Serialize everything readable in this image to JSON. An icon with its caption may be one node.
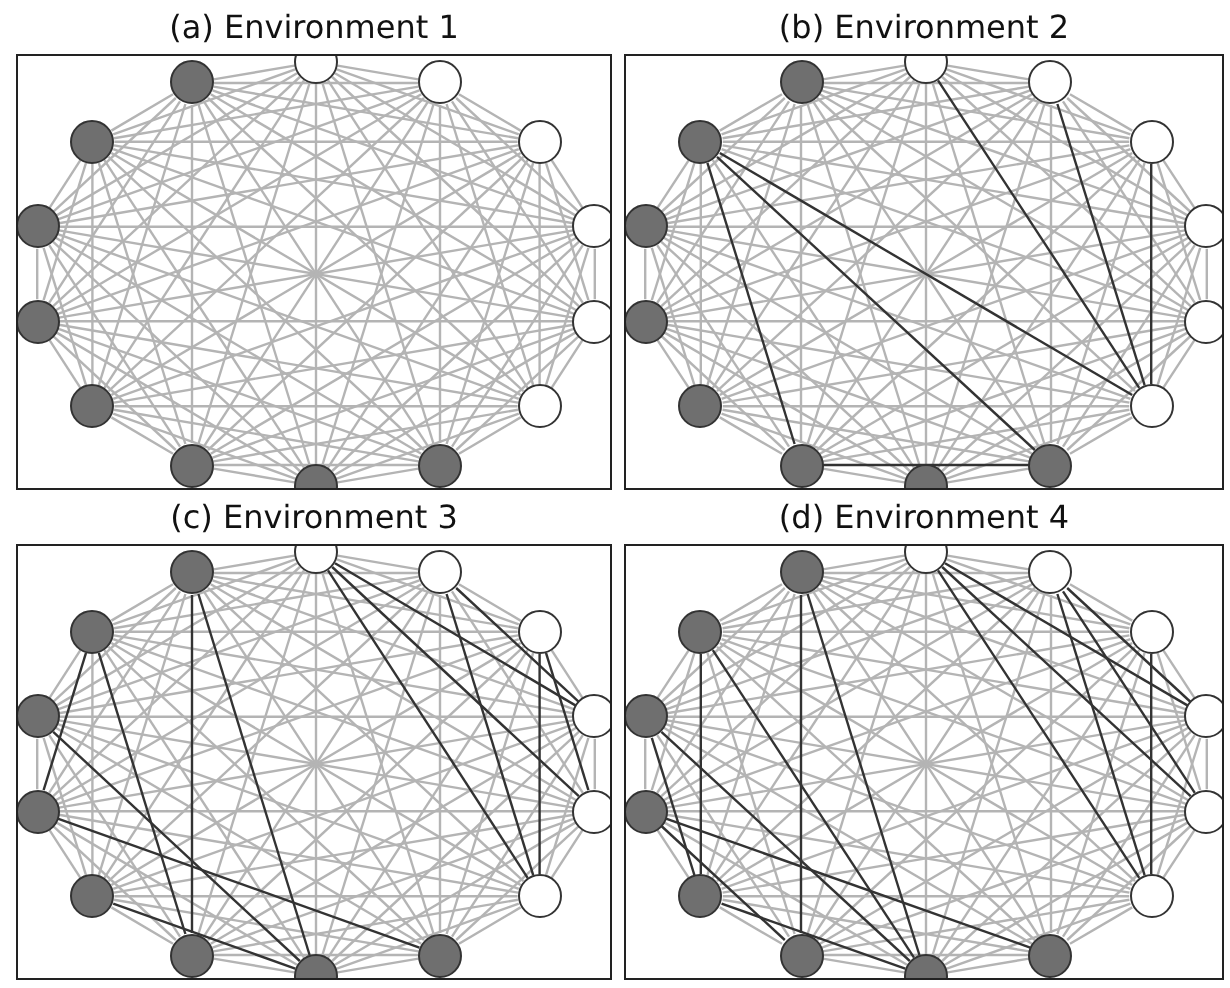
{
  "diagram": {
    "nodes": [
      {
        "text": [
          "(a) Environment 1"
        ]
      },
      {
        "text": [],
        "shape": "circle",
        "in": 0
      },
      {
        "text": [],
        "shape": "circle",
        "in": 0
      },
      {
        "text": [],
        "shape": "circle",
        "in": 0
      },
      {
        "text": [],
        "shape": "circle",
        "in": 0
      },
      {
        "text": [],
        "shape": "circle",
        "in": 0
      },
      {
        "text": [],
        "shape": "circle",
        "in": 0
      },
      {
        "text": [],
        "shape": "circle",
        "in": 0
      },
      {
        "text": [],
        "shape": "circle",
        "in": 0
      },
      {
        "text": [],
        "shape": "circle",
        "in": 0
      },
      {
        "text": [],
        "shape": "circle",
        "in": 0
      },
      {
        "text": [],
        "shape": "circle",
        "in": 0
      },
      {
        "text": [],
        "shape": "circle",
        "in": 0
      },
      {
        "text": [],
        "shape": "circle",
        "in": 0
      },
      {
        "text": [],
        "shape": "circle",
        "in": 0
      },
      {
        "text": [
          "(b) Environment 2"
        ]
      },
      {
        "text": [],
        "shape": "circle",
        "in": 15
      },
      {
        "text": [],
        "shape": "circle",
        "in": 15
      },
      {
        "text": [],
        "shape": "circle",
        "in": 15
      },
      {
        "text": [],
        "shape": "circle",
        "in": 15
      },
      {
        "text": [],
        "shape": "circle",
        "in": 15
      },
      {
        "text": [],
        "shape": "circle",
        "in": 15
      },
      {
        "text": [],
        "shape": "circle",
        "in": 15
      },
      {
        "text": [],
        "shape": "circle",
        "in": 15
      },
      {
        "text": [],
        "shape": "circle",
        "in": 15
      },
      {
        "text": [],
        "shape": "circle",
        "in": 15
      },
      {
        "text": [],
        "shape": "circle",
        "in": 15
      },
      {
        "text": [],
        "shape": "circle",
        "in": 15
      },
      {
        "text": [],
        "shape": "circle",
        "in": 15
      },
      {
        "text": [],
        "shape": "circle",
        "in": 15
      },
      {
        "text": [
          "(c) Environment 3"
        ]
      },
      {
        "text": [],
        "shape": "circle",
        "in": 30
      },
      {
        "text": [],
        "shape": "circle",
        "in": 30
      },
      {
        "text": [],
        "shape": "circle",
        "in": 30
      },
      {
        "text": [],
        "shape": "circle",
        "in": 30
      },
      {
        "text": [],
        "shape": "circle",
        "in": 30
      },
      {
        "text": [],
        "shape": "circle",
        "in": 30
      },
      {
        "text": [],
        "shape": "circle",
        "in": 30
      },
      {
        "text": [],
        "shape": "circle",
        "in": 30
      },
      {
        "text": [],
        "shape": "circle",
        "in": 30
      },
      {
        "text": [],
        "shape": "circle",
        "in": 30
      },
      {
        "text": [],
        "shape": "circle",
        "in": 30
      },
      {
        "text": [],
        "shape": "circle",
        "in": 30
      },
      {
        "text": [],
        "shape": "circle",
        "in": 30
      },
      {
        "text": [],
        "shape": "circle",
        "in": 30
      },
      {
        "text": [
          "(d) Environment 4"
        ]
      },
      {
        "text": [],
        "shape": "circle",
        "in": 45
      },
      {
        "text": [],
        "shape": "circle",
        "in": 45
      },
      {
        "text": [],
        "shape": "circle",
        "in": 45
      },
      {
        "text": [],
        "shape": "circle",
        "in": 45
      },
      {
        "text": [],
        "shape": "circle",
        "in": 45
      },
      {
        "text": [],
        "shape": "circle",
        "in": 45
      },
      {
        "text": [],
        "shape": "circle",
        "in": 45
      },
      {
        "text": [],
        "shape": "circle",
        "in": 45
      },
      {
        "text": [],
        "shape": "circle",
        "in": 45
      },
      {
        "text": [],
        "shape": "circle",
        "in": 45
      },
      {
        "text": [],
        "shape": "circle",
        "in": 45
      },
      {
        "text": [],
        "shape": "circle",
        "in": 45
      },
      {
        "text": [],
        "shape": "circle",
        "in": 45
      },
      {
        "text": [],
        "shape": "circle",
        "in": 45
      }
    ],
    "edges": [
      {
        "from": 1,
        "to": 2,
        "arrow": "none"
      },
      {
        "from": 1,
        "to": 3,
        "arrow": "none"
      },
      {
        "from": 1,
        "to": 4,
        "arrow": "none"
      },
      {
        "from": 1,
        "to": 5,
        "arrow": "none"
      },
      {
        "from": 1,
        "to": 6,
        "arrow": "none"
      },
      {
        "from": 1,
        "to": 7,
        "arrow": "none"
      },
      {
        "from": 1,
        "to": 8,
        "arrow": "none"
      },
      {
        "from": 1,
        "to": 9,
        "arrow": "none"
      },
      {
        "from": 1,
        "to": 10,
        "arrow": "none"
      },
      {
        "from": 1,
        "to": 11,
        "arrow": "none"
      },
      {
        "from": 1,
        "to": 12,
        "arrow": "none"
      },
      {
        "from": 1,
        "to": 13,
        "arrow": "none"
      },
      {
        "from": 1,
        "to": 14,
        "arrow": "none"
      },
      {
        "from": 2,
        "to": 3,
        "arrow": "none"
      },
      {
        "from": 2,
        "to": 4,
        "arrow": "none"
      },
      {
        "from": 2,
        "to": 5,
        "arrow": "none"
      },
      {
        "from": 2,
        "to": 6,
        "arrow": "none"
      },
      {
        "from": 2,
        "to": 7,
        "arrow": "none"
      },
      {
        "from": 2,
        "to": 8,
        "arrow": "none"
      },
      {
        "from": 2,
        "to": 9,
        "arrow": "none"
      },
      {
        "from": 2,
        "to": 10,
        "arrow": "none"
      },
      {
        "from": 2,
        "to": 11,
        "arrow": "none"
      },
      {
        "from": 2,
        "to": 12,
        "arrow": "none"
      },
      {
        "from": 2,
        "to": 13,
        "arrow": "none"
      },
      {
        "from": 2,
        "to": 14,
        "arrow": "none"
      },
      {
        "from": 3,
        "to": 4,
        "arrow": "none"
      },
      {
        "from": 3,
        "to": 5,
        "arrow": "none"
      },
      {
        "from": 3,
        "to": 6,
        "arrow": "none"
      },
      {
        "from": 3,
        "to": 7,
        "arrow": "none"
      },
      {
        "from": 3,
        "to": 8,
        "arrow": "none"
      },
      {
        "from": 3,
        "to": 9,
        "arrow": "none"
      },
      {
        "from": 3,
        "to": 10,
        "arrow": "none"
      },
      {
        "from": 3,
        "to": 11,
        "arrow": "none"
      },
      {
        "from": 3,
        "to": 12,
        "arrow": "none"
      },
      {
        "from": 3,
        "to": 13,
        "arrow": "none"
      },
      {
        "from": 3,
        "to": 14,
        "arrow": "none"
      },
      {
        "from": 4,
        "to": 5,
        "arrow": "none"
      },
      {
        "from": 4,
        "to": 6,
        "arrow": "none"
      },
      {
        "from": 4,
        "to": 7,
        "arrow": "none"
      },
      {
        "from": 4,
        "to": 8,
        "arrow": "none"
      },
      {
        "from": 4,
        "to": 9,
        "arrow": "none"
      },
      {
        "from": 4,
        "to": 10,
        "arrow": "none"
      },
      {
        "from": 4,
        "to": 11,
        "arrow": "none"
      },
      {
        "from": 4,
        "to": 12,
        "arrow": "none"
      },
      {
        "from": 4,
        "to": 13,
        "arrow": "none"
      },
      {
        "from": 4,
        "to": 14,
        "arrow": "none"
      },
      {
        "from": 5,
        "to": 6,
        "arrow": "none"
      },
      {
        "from": 5,
        "to": 7,
        "arrow": "none"
      },
      {
        "from": 5,
        "to": 8,
        "arrow": "none"
      },
      {
        "from": 5,
        "to": 9,
        "arrow": "none"
      },
      {
        "from": 5,
        "to": 10,
        "arrow": "none"
      },
      {
        "from": 5,
        "to": 11,
        "arrow": "none"
      },
      {
        "from": 5,
        "to": 12,
        "arrow": "none"
      },
      {
        "from": 5,
        "to": 13,
        "arrow": "none"
      },
      {
        "from": 5,
        "to": 14,
        "arrow": "none"
      },
      {
        "from": 6,
        "to": 7,
        "arrow": "none"
      },
      {
        "from": 6,
        "to": 8,
        "arrow": "none"
      },
      {
        "from": 6,
        "to": 9,
        "arrow": "none"
      },
      {
        "from": 6,
        "to": 10,
        "arrow": "none"
      },
      {
        "from": 6,
        "to": 11,
        "arrow": "none"
      },
      {
        "from": 6,
        "to": 12,
        "arrow": "none"
      },
      {
        "from": 6,
        "to": 13,
        "arrow": "none"
      },
      {
        "from": 6,
        "to": 14,
        "arrow": "none"
      },
      {
        "from": 7,
        "to": 8,
        "arrow": "none"
      },
      {
        "from": 7,
        "to": 9,
        "arrow": "none"
      },
      {
        "from": 7,
        "to": 10,
        "arrow": "none"
      },
      {
        "from": 7,
        "to": 11,
        "arrow": "none"
      },
      {
        "from": 7,
        "to": 12,
        "arrow": "none"
      },
      {
        "from": 7,
        "to": 13,
        "arrow": "none"
      },
      {
        "from": 7,
        "to": 14,
        "arrow": "none"
      },
      {
        "from": 8,
        "to": 9,
        "arrow": "none"
      },
      {
        "from": 8,
        "to": 10,
        "arrow": "none"
      },
      {
        "from": 8,
        "to": 11,
        "arrow": "none"
      },
      {
        "from": 8,
        "to": 12,
        "arrow": "none"
      },
      {
        "from": 8,
        "to": 13,
        "arrow": "none"
      },
      {
        "from": 8,
        "to": 14,
        "arrow": "none"
      },
      {
        "from": 9,
        "to": 10,
        "arrow": "none"
      },
      {
        "from": 9,
        "to": 11,
        "arrow": "none"
      },
      {
        "from": 9,
        "to": 12,
        "arrow": "none"
      },
      {
        "from": 9,
        "to": 13,
        "arrow": "none"
      },
      {
        "from": 9,
        "to": 14,
        "arrow": "none"
      },
      {
        "from": 10,
        "to": 11,
        "arrow": "none"
      },
      {
        "from": 10,
        "to": 12,
        "arrow": "none"
      },
      {
        "from": 10,
        "to": 13,
        "arrow": "none"
      },
      {
        "from": 10,
        "to": 14,
        "arrow": "none"
      },
      {
        "from": 11,
        "to": 12,
        "arrow": "none"
      },
      {
        "from": 11,
        "to": 13,
        "arrow": "none"
      },
      {
        "from": 11,
        "to": 14,
        "arrow": "none"
      },
      {
        "from": 12,
        "to": 13,
        "arrow": "none"
      },
      {
        "from": 12,
        "to": 14,
        "arrow": "none"
      },
      {
        "from": 13,
        "to": 14,
        "arrow": "none"
      },
      {
        "from": 16,
        "to": 17,
        "arrow": "none"
      },
      {
        "from": 16,
        "to": 18,
        "arrow": "none"
      },
      {
        "from": 16,
        "to": 19,
        "arrow": "none"
      },
      {
        "from": 16,
        "to": 20,
        "arrow": "none"
      },
      {
        "from": 16,
        "to": 21,
        "arrow": "none",
        "color": "#333333"
      },
      {
        "from": 16,
        "to": 22,
        "arrow": "none"
      },
      {
        "from": 16,
        "to": 23,
        "arrow": "none"
      },
      {
        "from": 16,
        "to": 24,
        "arrow": "none"
      },
      {
        "from": 16,
        "to": 25,
        "arrow": "none"
      },
      {
        "from": 16,
        "to": 26,
        "arrow": "none"
      },
      {
        "from": 16,
        "to": 27,
        "arrow": "none"
      },
      {
        "from": 16,
        "to": 28,
        "arrow": "none"
      },
      {
        "from": 16,
        "to": 29,
        "arrow": "none"
      },
      {
        "from": 17,
        "to": 18,
        "arrow": "none"
      },
      {
        "from": 17,
        "to": 19,
        "arrow": "none"
      },
      {
        "from": 17,
        "to": 20,
        "arrow": "none"
      },
      {
        "from": 17,
        "to": 21,
        "arrow": "none",
        "color": "#333333"
      },
      {
        "from": 17,
        "to": 22,
        "arrow": "none"
      },
      {
        "from": 17,
        "to": 23,
        "arrow": "none"
      },
      {
        "from": 17,
        "to": 24,
        "arrow": "none"
      },
      {
        "from": 17,
        "to": 25,
        "arrow": "none"
      },
      {
        "from": 17,
        "to": 26,
        "arrow": "none"
      },
      {
        "from": 17,
        "to": 27,
        "arrow": "none"
      },
      {
        "from": 17,
        "to": 28,
        "arrow": "none"
      },
      {
        "from": 17,
        "to": 29,
        "arrow": "none"
      },
      {
        "from": 18,
        "to": 19,
        "arrow": "none"
      },
      {
        "from": 18,
        "to": 20,
        "arrow": "none"
      },
      {
        "from": 18,
        "to": 21,
        "arrow": "none",
        "color": "#333333"
      },
      {
        "from": 18,
        "to": 22,
        "arrow": "none"
      },
      {
        "from": 18,
        "to": 23,
        "arrow": "none"
      },
      {
        "from": 18,
        "to": 24,
        "arrow": "none"
      },
      {
        "from": 18,
        "to": 25,
        "arrow": "none"
      },
      {
        "from": 18,
        "to": 26,
        "arrow": "none"
      },
      {
        "from": 18,
        "to": 27,
        "arrow": "none"
      },
      {
        "from": 18,
        "to": 28,
        "arrow": "none"
      },
      {
        "from": 18,
        "to": 29,
        "arrow": "none"
      },
      {
        "from": 19,
        "to": 20,
        "arrow": "none"
      },
      {
        "from": 19,
        "to": 21,
        "arrow": "none"
      },
      {
        "from": 19,
        "to": 22,
        "arrow": "none"
      },
      {
        "from": 19,
        "to": 23,
        "arrow": "none"
      },
      {
        "from": 19,
        "to": 24,
        "arrow": "none"
      },
      {
        "from": 19,
        "to": 25,
        "arrow": "none"
      },
      {
        "from": 19,
        "to": 26,
        "arrow": "none"
      },
      {
        "from": 19,
        "to": 27,
        "arrow": "none"
      },
      {
        "from": 19,
        "to": 28,
        "arrow": "none"
      },
      {
        "from": 19,
        "to": 29,
        "arrow": "none"
      },
      {
        "from": 20,
        "to": 21,
        "arrow": "none"
      },
      {
        "from": 20,
        "to": 22,
        "arrow": "none"
      },
      {
        "from": 20,
        "to": 23,
        "arrow": "none"
      },
      {
        "from": 20,
        "to": 24,
        "arrow": "none"
      },
      {
        "from": 20,
        "to": 25,
        "arrow": "none"
      },
      {
        "from": 20,
        "to": 26,
        "arrow": "none"
      },
      {
        "from": 20,
        "to": 27,
        "arrow": "none"
      },
      {
        "from": 20,
        "to": 28,
        "arrow": "none"
      },
      {
        "from": 20,
        "to": 29,
        "arrow": "none"
      },
      {
        "from": 21,
        "to": 22,
        "arrow": "none"
      },
      {
        "from": 21,
        "to": 23,
        "arrow": "none"
      },
      {
        "from": 21,
        "to": 24,
        "arrow": "none"
      },
      {
        "from": 21,
        "to": 25,
        "arrow": "none"
      },
      {
        "from": 21,
        "to": 26,
        "arrow": "none"
      },
      {
        "from": 21,
        "to": 27,
        "arrow": "none"
      },
      {
        "from": 21,
        "to": 28,
        "arrow": "none",
        "color": "#333333"
      },
      {
        "from": 21,
        "to": 29,
        "arrow": "none"
      },
      {
        "from": 22,
        "to": 23,
        "arrow": "none"
      },
      {
        "from": 22,
        "to": 24,
        "arrow": "none",
        "color": "#333333"
      },
      {
        "from": 22,
        "to": 25,
        "arrow": "none"
      },
      {
        "from": 22,
        "to": 26,
        "arrow": "none"
      },
      {
        "from": 22,
        "to": 27,
        "arrow": "none"
      },
      {
        "from": 22,
        "to": 28,
        "arrow": "none",
        "color": "#333333"
      },
      {
        "from": 22,
        "to": 29,
        "arrow": "none"
      },
      {
        "from": 23,
        "to": 24,
        "arrow": "none"
      },
      {
        "from": 23,
        "to": 25,
        "arrow": "none"
      },
      {
        "from": 23,
        "to": 26,
        "arrow": "none"
      },
      {
        "from": 23,
        "to": 27,
        "arrow": "none"
      },
      {
        "from": 23,
        "to": 28,
        "arrow": "none"
      },
      {
        "from": 23,
        "to": 29,
        "arrow": "none"
      },
      {
        "from": 24,
        "to": 25,
        "arrow": "none"
      },
      {
        "from": 24,
        "to": 26,
        "arrow": "none"
      },
      {
        "from": 24,
        "to": 27,
        "arrow": "none"
      },
      {
        "from": 24,
        "to": 28,
        "arrow": "none",
        "color": "#333333"
      },
      {
        "from": 24,
        "to": 29,
        "arrow": "none"
      },
      {
        "from": 25,
        "to": 26,
        "arrow": "none"
      },
      {
        "from": 25,
        "to": 27,
        "arrow": "none"
      },
      {
        "from": 25,
        "to": 28,
        "arrow": "none"
      },
      {
        "from": 25,
        "to": 29,
        "arrow": "none"
      },
      {
        "from": 26,
        "to": 27,
        "arrow": "none"
      },
      {
        "from": 26,
        "to": 28,
        "arrow": "none"
      },
      {
        "from": 26,
        "to": 29,
        "arrow": "none"
      },
      {
        "from": 27,
        "to": 28,
        "arrow": "none"
      },
      {
        "from": 27,
        "to": 29,
        "arrow": "none"
      },
      {
        "from": 28,
        "to": 29,
        "arrow": "none"
      },
      {
        "from": 31,
        "to": 32,
        "arrow": "none"
      },
      {
        "from": 31,
        "to": 33,
        "arrow": "none"
      },
      {
        "from": 31,
        "to": 34,
        "arrow": "none",
        "color": "#333333"
      },
      {
        "from": 31,
        "to": 35,
        "arrow": "none",
        "color": "#333333"
      },
      {
        "from": 31,
        "to": 36,
        "arrow": "none",
        "color": "#333333"
      },
      {
        "from": 31,
        "to": 37,
        "arrow": "none"
      },
      {
        "from": 31,
        "to": 38,
        "arrow": "none"
      },
      {
        "from": 31,
        "to": 39,
        "arrow": "none"
      },
      {
        "from": 31,
        "to": 40,
        "arrow": "none"
      },
      {
        "from": 31,
        "to": 41,
        "arrow": "none"
      },
      {
        "from": 31,
        "to": 42,
        "arrow": "none"
      },
      {
        "from": 31,
        "to": 43,
        "arrow": "none"
      },
      {
        "from": 31,
        "to": 44,
        "arrow": "none"
      },
      {
        "from": 32,
        "to": 33,
        "arrow": "none"
      },
      {
        "from": 32,
        "to": 34,
        "arrow": "none",
        "color": "#333333"
      },
      {
        "from": 32,
        "to": 35,
        "arrow": "none"
      },
      {
        "from": 32,
        "to": 36,
        "arrow": "none",
        "color": "#333333"
      },
      {
        "from": 32,
        "to": 37,
        "arrow": "none"
      },
      {
        "from": 32,
        "to": 38,
        "arrow": "none"
      },
      {
        "from": 32,
        "to": 39,
        "arrow": "none"
      },
      {
        "from": 32,
        "to": 40,
        "arrow": "none"
      },
      {
        "from": 32,
        "to": 41,
        "arrow": "none"
      },
      {
        "from": 32,
        "to": 42,
        "arrow": "none"
      },
      {
        "from": 32,
        "to": 43,
        "arrow": "none"
      },
      {
        "from": 32,
        "to": 44,
        "arrow": "none"
      },
      {
        "from": 33,
        "to": 34,
        "arrow": "none"
      },
      {
        "from": 33,
        "to": 35,
        "arrow": "none",
        "color": "#333333"
      },
      {
        "from": 33,
        "to": 36,
        "arrow": "none",
        "color": "#333333"
      },
      {
        "from": 33,
        "to": 37,
        "arrow": "none"
      },
      {
        "from": 33,
        "to": 38,
        "arrow": "none"
      },
      {
        "from": 33,
        "to": 39,
        "arrow": "none"
      },
      {
        "from": 33,
        "to": 40,
        "arrow": "none"
      },
      {
        "from": 33,
        "to": 41,
        "arrow": "none"
      },
      {
        "from": 33,
        "to": 42,
        "arrow": "none"
      },
      {
        "from": 33,
        "to": 43,
        "arrow": "none"
      },
      {
        "from": 33,
        "to": 44,
        "arrow": "none"
      },
      {
        "from": 34,
        "to": 35,
        "arrow": "none"
      },
      {
        "from": 34,
        "to": 36,
        "arrow": "none"
      },
      {
        "from": 34,
        "to": 37,
        "arrow": "none"
      },
      {
        "from": 34,
        "to": 38,
        "arrow": "none"
      },
      {
        "from": 34,
        "to": 39,
        "arrow": "none"
      },
      {
        "from": 34,
        "to": 40,
        "arrow": "none"
      },
      {
        "from": 34,
        "to": 41,
        "arrow": "none"
      },
      {
        "from": 34,
        "to": 42,
        "arrow": "none"
      },
      {
        "from": 34,
        "to": 43,
        "arrow": "none"
      },
      {
        "from": 34,
        "to": 44,
        "arrow": "none"
      },
      {
        "from": 35,
        "to": 36,
        "arrow": "none"
      },
      {
        "from": 35,
        "to": 37,
        "arrow": "none"
      },
      {
        "from": 35,
        "to": 38,
        "arrow": "none"
      },
      {
        "from": 35,
        "to": 39,
        "arrow": "none"
      },
      {
        "from": 35,
        "to": 40,
        "arrow": "none"
      },
      {
        "from": 35,
        "to": 41,
        "arrow": "none"
      },
      {
        "from": 35,
        "to": 42,
        "arrow": "none"
      },
      {
        "from": 35,
        "to": 43,
        "arrow": "none"
      },
      {
        "from": 35,
        "to": 44,
        "arrow": "none"
      },
      {
        "from": 36,
        "to": 37,
        "arrow": "none"
      },
      {
        "from": 36,
        "to": 38,
        "arrow": "none"
      },
      {
        "from": 36,
        "to": 39,
        "arrow": "none"
      },
      {
        "from": 36,
        "to": 40,
        "arrow": "none"
      },
      {
        "from": 36,
        "to": 41,
        "arrow": "none"
      },
      {
        "from": 36,
        "to": 42,
        "arrow": "none"
      },
      {
        "from": 36,
        "to": 43,
        "arrow": "none"
      },
      {
        "from": 36,
        "to": 44,
        "arrow": "none"
      },
      {
        "from": 37,
        "to": 38,
        "arrow": "none"
      },
      {
        "from": 37,
        "to": 39,
        "arrow": "none"
      },
      {
        "from": 37,
        "to": 40,
        "arrow": "none"
      },
      {
        "from": 37,
        "to": 41,
        "arrow": "none",
        "color": "#333333"
      },
      {
        "from": 37,
        "to": 42,
        "arrow": "none"
      },
      {
        "from": 37,
        "to": 43,
        "arrow": "none"
      },
      {
        "from": 37,
        "to": 44,
        "arrow": "none"
      },
      {
        "from": 38,
        "to": 39,
        "arrow": "none"
      },
      {
        "from": 38,
        "to": 40,
        "arrow": "none",
        "color": "#333333"
      },
      {
        "from": 38,
        "to": 41,
        "arrow": "none"
      },
      {
        "from": 38,
        "to": 42,
        "arrow": "none",
        "color": "#333333"
      },
      {
        "from": 38,
        "to": 43,
        "arrow": "none"
      },
      {
        "from": 38,
        "to": 44,
        "arrow": "none",
        "color": "#333333"
      },
      {
        "from": 39,
        "to": 40,
        "arrow": "none"
      },
      {
        "from": 39,
        "to": 41,
        "arrow": "none"
      },
      {
        "from": 39,
        "to": 42,
        "arrow": "none"
      },
      {
        "from": 39,
        "to": 43,
        "arrow": "none",
        "color": "#333333"
      },
      {
        "from": 39,
        "to": 44,
        "arrow": "none",
        "color": "#333333"
      },
      {
        "from": 40,
        "to": 41,
        "arrow": "none"
      },
      {
        "from": 40,
        "to": 42,
        "arrow": "none"
      },
      {
        "from": 40,
        "to": 43,
        "arrow": "none"
      },
      {
        "from": 40,
        "to": 44,
        "arrow": "none"
      },
      {
        "from": 41,
        "to": 42,
        "arrow": "none"
      },
      {
        "from": 41,
        "to": 43,
        "arrow": "none",
        "color": "#333333"
      },
      {
        "from": 41,
        "to": 44,
        "arrow": "none"
      },
      {
        "from": 42,
        "to": 43,
        "arrow": "none"
      },
      {
        "from": 42,
        "to": 44,
        "arrow": "none"
      },
      {
        "from": 43,
        "to": 44,
        "arrow": "none"
      },
      {
        "from": 46,
        "to": 47,
        "arrow": "none"
      },
      {
        "from": 46,
        "to": 48,
        "arrow": "none"
      },
      {
        "from": 46,
        "to": 49,
        "arrow": "none",
        "color": "#333333"
      },
      {
        "from": 46,
        "to": 50,
        "arrow": "none",
        "color": "#333333"
      },
      {
        "from": 46,
        "to": 51,
        "arrow": "none",
        "color": "#333333"
      },
      {
        "from": 46,
        "to": 52,
        "arrow": "none"
      },
      {
        "from": 46,
        "to": 53,
        "arrow": "none"
      },
      {
        "from": 46,
        "to": 54,
        "arrow": "none"
      },
      {
        "from": 46,
        "to": 55,
        "arrow": "none"
      },
      {
        "from": 46,
        "to": 56,
        "arrow": "none"
      },
      {
        "from": 46,
        "to": 57,
        "arrow": "none"
      },
      {
        "from": 46,
        "to": 58,
        "arrow": "none"
      },
      {
        "from": 46,
        "to": 59,
        "arrow": "none"
      },
      {
        "from": 47,
        "to": 48,
        "arrow": "none"
      },
      {
        "from": 47,
        "to": 49,
        "arrow": "none",
        "color": "#333333"
      },
      {
        "from": 47,
        "to": 50,
        "arrow": "none",
        "color": "#333333"
      },
      {
        "from": 47,
        "to": 51,
        "arrow": "none",
        "color": "#333333"
      },
      {
        "from": 47,
        "to": 52,
        "arrow": "none"
      },
      {
        "from": 47,
        "to": 53,
        "arrow": "none"
      },
      {
        "from": 47,
        "to": 54,
        "arrow": "none"
      },
      {
        "from": 47,
        "to": 55,
        "arrow": "none"
      },
      {
        "from": 47,
        "to": 56,
        "arrow": "none"
      },
      {
        "from": 47,
        "to": 57,
        "arrow": "none"
      },
      {
        "from": 47,
        "to": 58,
        "arrow": "none"
      },
      {
        "from": 47,
        "to": 59,
        "arrow": "none"
      },
      {
        "from": 48,
        "to": 49,
        "arrow": "none"
      },
      {
        "from": 48,
        "to": 50,
        "arrow": "none"
      },
      {
        "from": 48,
        "to": 51,
        "arrow": "none",
        "color": "#333333"
      },
      {
        "from": 48,
        "to": 52,
        "arrow": "none"
      },
      {
        "from": 48,
        "to": 53,
        "arrow": "none"
      },
      {
        "from": 48,
        "to": 54,
        "arrow": "none"
      },
      {
        "from": 48,
        "to": 55,
        "arrow": "none"
      },
      {
        "from": 48,
        "to": 56,
        "arrow": "none"
      },
      {
        "from": 48,
        "to": 57,
        "arrow": "none"
      },
      {
        "from": 48,
        "to": 58,
        "arrow": "none"
      },
      {
        "from": 48,
        "to": 59,
        "arrow": "none"
      },
      {
        "from": 49,
        "to": 50,
        "arrow": "none"
      },
      {
        "from": 49,
        "to": 51,
        "arrow": "none"
      },
      {
        "from": 49,
        "to": 52,
        "arrow": "none"
      },
      {
        "from": 49,
        "to": 53,
        "arrow": "none"
      },
      {
        "from": 49,
        "to": 54,
        "arrow": "none"
      },
      {
        "from": 49,
        "to": 55,
        "arrow": "none"
      },
      {
        "from": 49,
        "to": 56,
        "arrow": "none"
      },
      {
        "from": 49,
        "to": 57,
        "arrow": "none"
      },
      {
        "from": 49,
        "to": 58,
        "arrow": "none"
      },
      {
        "from": 49,
        "to": 59,
        "arrow": "none"
      },
      {
        "from": 50,
        "to": 51,
        "arrow": "none"
      },
      {
        "from": 50,
        "to": 52,
        "arrow": "none"
      },
      {
        "from": 50,
        "to": 53,
        "arrow": "none"
      },
      {
        "from": 50,
        "to": 54,
        "arrow": "none"
      },
      {
        "from": 50,
        "to": 55,
        "arrow": "none"
      },
      {
        "from": 50,
        "to": 56,
        "arrow": "none"
      },
      {
        "from": 50,
        "to": 57,
        "arrow": "none"
      },
      {
        "from": 50,
        "to": 58,
        "arrow": "none"
      },
      {
        "from": 50,
        "to": 59,
        "arrow": "none"
      },
      {
        "from": 51,
        "to": 52,
        "arrow": "none"
      },
      {
        "from": 51,
        "to": 53,
        "arrow": "none"
      },
      {
        "from": 51,
        "to": 54,
        "arrow": "none"
      },
      {
        "from": 51,
        "to": 55,
        "arrow": "none"
      },
      {
        "from": 51,
        "to": 56,
        "arrow": "none"
      },
      {
        "from": 51,
        "to": 57,
        "arrow": "none"
      },
      {
        "from": 51,
        "to": 58,
        "arrow": "none"
      },
      {
        "from": 51,
        "to": 59,
        "arrow": "none"
      },
      {
        "from": 52,
        "to": 53,
        "arrow": "none"
      },
      {
        "from": 52,
        "to": 54,
        "arrow": "none"
      },
      {
        "from": 52,
        "to": 55,
        "arrow": "none"
      },
      {
        "from": 52,
        "to": 56,
        "arrow": "none",
        "color": "#333333"
      },
      {
        "from": 52,
        "to": 57,
        "arrow": "none"
      },
      {
        "from": 52,
        "to": 58,
        "arrow": "none"
      },
      {
        "from": 52,
        "to": 59,
        "arrow": "none"
      },
      {
        "from": 53,
        "to": 54,
        "arrow": "none"
      },
      {
        "from": 53,
        "to": 55,
        "arrow": "none",
        "color": "#333333"
      },
      {
        "from": 53,
        "to": 56,
        "arrow": "none"
      },
      {
        "from": 53,
        "to": 57,
        "arrow": "none",
        "color": "#333333"
      },
      {
        "from": 53,
        "to": 58,
        "arrow": "none",
        "color": "#333333"
      },
      {
        "from": 53,
        "to": 59,
        "arrow": "none",
        "color": "#333333"
      },
      {
        "from": 54,
        "to": 55,
        "arrow": "none"
      },
      {
        "from": 54,
        "to": 56,
        "arrow": "none",
        "color": "#333333"
      },
      {
        "from": 54,
        "to": 57,
        "arrow": "none"
      },
      {
        "from": 54,
        "to": 58,
        "arrow": "none"
      },
      {
        "from": 54,
        "to": 59,
        "arrow": "none",
        "color": "#333333"
      },
      {
        "from": 55,
        "to": 56,
        "arrow": "none"
      },
      {
        "from": 55,
        "to": 57,
        "arrow": "none",
        "color": "#333333"
      },
      {
        "from": 55,
        "to": 58,
        "arrow": "none",
        "color": "#333333"
      },
      {
        "from": 55,
        "to": 59,
        "arrow": "none"
      },
      {
        "from": 56,
        "to": 57,
        "arrow": "none"
      },
      {
        "from": 56,
        "to": 58,
        "arrow": "none"
      },
      {
        "from": 56,
        "to": 59,
        "arrow": "none"
      },
      {
        "from": 57,
        "to": 58,
        "arrow": "none"
      },
      {
        "from": 57,
        "to": 59,
        "arrow": "none"
      },
      {
        "from": 58,
        "to": 59,
        "arrow": "none"
      }
    ]
  }
}
